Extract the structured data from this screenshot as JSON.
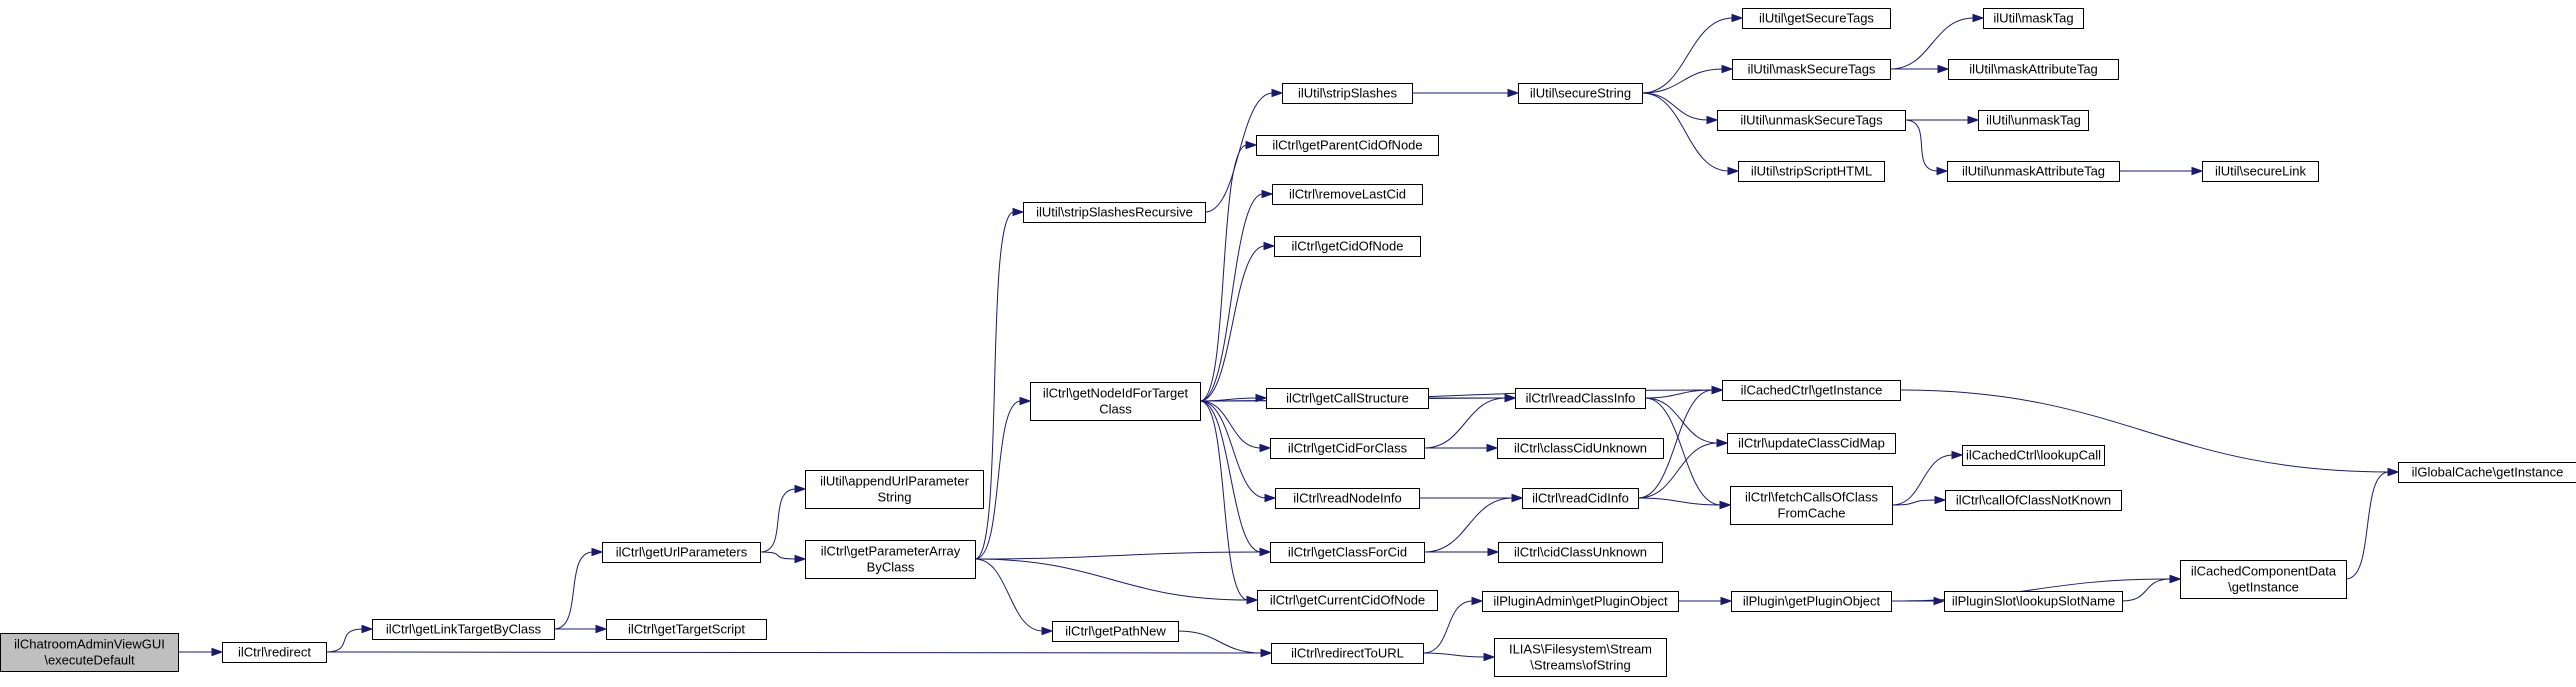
{
  "diagram": {
    "colors": {
      "edge": "#191970",
      "node_border": "#000000",
      "root_fill": "#bfbfbf",
      "node_fill": "#ffffff"
    },
    "nodes": [
      {
        "id": "root",
        "lines": [
          "ilChatroomAdminViewGUI",
          "\\executeDefault"
        ],
        "root": true
      },
      {
        "id": "redirect",
        "lines": [
          "ilCtrl\\redirect"
        ]
      },
      {
        "id": "getLinkTargetByClass",
        "lines": [
          "ilCtrl\\getLinkTargetByClass"
        ]
      },
      {
        "id": "getTargetScript",
        "lines": [
          "ilCtrl\\getTargetScript"
        ]
      },
      {
        "id": "getUrlParameters",
        "lines": [
          "ilCtrl\\getUrlParameters"
        ]
      },
      {
        "id": "appendUrlParameterString",
        "lines": [
          "ilUtil\\appendUrlParameter",
          "String"
        ]
      },
      {
        "id": "getParameterArrayByClass",
        "lines": [
          "ilCtrl\\getParameterArray",
          "ByClass"
        ]
      },
      {
        "id": "stripSlashesRecursive",
        "lines": [
          "ilUtil\\stripSlashesRecursive"
        ]
      },
      {
        "id": "getNodeIdForTargetClass",
        "lines": [
          "ilCtrl\\getNodeIdForTarget",
          "Class"
        ]
      },
      {
        "id": "getPathNew",
        "lines": [
          "ilCtrl\\getPathNew"
        ]
      },
      {
        "id": "stripSlashes",
        "lines": [
          "ilUtil\\stripSlashes"
        ]
      },
      {
        "id": "getParentCidOfNode",
        "lines": [
          "ilCtrl\\getParentCidOfNode"
        ]
      },
      {
        "id": "removeLastCid",
        "lines": [
          "ilCtrl\\removeLastCid"
        ]
      },
      {
        "id": "getCidOfNode",
        "lines": [
          "ilCtrl\\getCidOfNode"
        ]
      },
      {
        "id": "getCallStructure",
        "lines": [
          "ilCtrl\\getCallStructure"
        ]
      },
      {
        "id": "getCidForClass",
        "lines": [
          "ilCtrl\\getCidForClass"
        ]
      },
      {
        "id": "readNodeInfo",
        "lines": [
          "ilCtrl\\readNodeInfo"
        ]
      },
      {
        "id": "getClassForCid",
        "lines": [
          "ilCtrl\\getClassForCid"
        ]
      },
      {
        "id": "getCurrentCidOfNode",
        "lines": [
          "ilCtrl\\getCurrentCidOfNode"
        ]
      },
      {
        "id": "redirectToURL",
        "lines": [
          "ilCtrl\\redirectToURL"
        ]
      },
      {
        "id": "secureString",
        "lines": [
          "ilUtil\\secureString"
        ]
      },
      {
        "id": "readClassInfo",
        "lines": [
          "ilCtrl\\readClassInfo"
        ]
      },
      {
        "id": "classCidUnknown",
        "lines": [
          "ilCtrl\\classCidUnknown"
        ]
      },
      {
        "id": "readCidInfo",
        "lines": [
          "ilCtrl\\readCidInfo"
        ]
      },
      {
        "id": "cidClassUnknown",
        "lines": [
          "ilCtrl\\cidClassUnknown"
        ]
      },
      {
        "id": "getPluginObjectAdmin",
        "lines": [
          "ilPluginAdmin\\getPluginObject"
        ]
      },
      {
        "id": "ofString",
        "lines": [
          "ILIAS\\Filesystem\\Stream",
          "\\Streams\\ofString"
        ]
      },
      {
        "id": "getSecureTags",
        "lines": [
          "ilUtil\\getSecureTags"
        ]
      },
      {
        "id": "maskSecureTags",
        "lines": [
          "ilUtil\\maskSecureTags"
        ]
      },
      {
        "id": "unmaskSecureTags",
        "lines": [
          "ilUtil\\unmaskSecureTags"
        ]
      },
      {
        "id": "stripScriptHTML",
        "lines": [
          "ilUtil\\stripScriptHTML"
        ]
      },
      {
        "id": "cachedCtrlGetInstance",
        "lines": [
          "ilCachedCtrl\\getInstance"
        ]
      },
      {
        "id": "updateClassCidMap",
        "lines": [
          "ilCtrl\\updateClassCidMap"
        ]
      },
      {
        "id": "fetchCallsOfClassFromCache",
        "lines": [
          "ilCtrl\\fetchCallsOfClass",
          "FromCache"
        ]
      },
      {
        "id": "getPluginObject",
        "lines": [
          "ilPlugin\\getPluginObject"
        ]
      },
      {
        "id": "maskTag",
        "lines": [
          "ilUtil\\maskTag"
        ]
      },
      {
        "id": "maskAttributeTag",
        "lines": [
          "ilUtil\\maskAttributeTag"
        ]
      },
      {
        "id": "unmaskTag",
        "lines": [
          "ilUtil\\unmaskTag"
        ]
      },
      {
        "id": "unmaskAttributeTag",
        "lines": [
          "ilUtil\\unmaskAttributeTag"
        ]
      },
      {
        "id": "lookupCall",
        "lines": [
          "ilCachedCtrl\\lookupCall"
        ]
      },
      {
        "id": "callOfClassNotKnown",
        "lines": [
          "ilCtrl\\callOfClassNotKnown"
        ]
      },
      {
        "id": "lookupSlotName",
        "lines": [
          "ilPluginSlot\\lookupSlotName"
        ]
      },
      {
        "id": "cachedComponentDataGetInstance",
        "lines": [
          "ilCachedComponentData",
          "\\getInstance"
        ]
      },
      {
        "id": "secureLink",
        "lines": [
          "ilUtil\\secureLink"
        ]
      },
      {
        "id": "globalCacheGetInstance",
        "lines": [
          "ilGlobalCache\\getInstance"
        ]
      }
    ],
    "edges": [
      [
        "root",
        "redirect"
      ],
      [
        "redirect",
        "getLinkTargetByClass"
      ],
      [
        "redirect",
        "redirectToURL"
      ],
      [
        "getLinkTargetByClass",
        "getTargetScript"
      ],
      [
        "getLinkTargetByClass",
        "getUrlParameters"
      ],
      [
        "getUrlParameters",
        "appendUrlParameterString"
      ],
      [
        "getUrlParameters",
        "getParameterArrayByClass"
      ],
      [
        "getParameterArrayByClass",
        "stripSlashesRecursive"
      ],
      [
        "getParameterArrayByClass",
        "getNodeIdForTargetClass"
      ],
      [
        "getParameterArrayByClass",
        "getClassForCid"
      ],
      [
        "getParameterArrayByClass",
        "getCurrentCidOfNode"
      ],
      [
        "getParameterArrayByClass",
        "getPathNew"
      ],
      [
        "stripSlashesRecursive",
        "stripSlashes"
      ],
      [
        "stripSlashes",
        "secureString"
      ],
      [
        "secureString",
        "getSecureTags"
      ],
      [
        "secureString",
        "maskSecureTags"
      ],
      [
        "secureString",
        "unmaskSecureTags"
      ],
      [
        "secureString",
        "stripScriptHTML"
      ],
      [
        "maskSecureTags",
        "maskTag"
      ],
      [
        "maskSecureTags",
        "maskAttributeTag"
      ],
      [
        "unmaskSecureTags",
        "unmaskTag"
      ],
      [
        "unmaskSecureTags",
        "unmaskAttributeTag"
      ],
      [
        "unmaskAttributeTag",
        "secureLink"
      ],
      [
        "getNodeIdForTargetClass",
        "getParentCidOfNode"
      ],
      [
        "getNodeIdForTargetClass",
        "removeLastCid"
      ],
      [
        "getNodeIdForTargetClass",
        "getCidOfNode"
      ],
      [
        "getNodeIdForTargetClass",
        "cachedCtrlGetInstance"
      ],
      [
        "getNodeIdForTargetClass",
        "readClassInfo"
      ],
      [
        "getNodeIdForTargetClass",
        "getCallStructure"
      ],
      [
        "getNodeIdForTargetClass",
        "getCidForClass"
      ],
      [
        "getNodeIdForTargetClass",
        "readNodeInfo"
      ],
      [
        "getNodeIdForTargetClass",
        "getClassForCid"
      ],
      [
        "getNodeIdForTargetClass",
        "getCurrentCidOfNode"
      ],
      [
        "getCallStructure",
        "readClassInfo"
      ],
      [
        "getCidForClass",
        "readClassInfo"
      ],
      [
        "getCidForClass",
        "classCidUnknown"
      ],
      [
        "readNodeInfo",
        "readCidInfo"
      ],
      [
        "getClassForCid",
        "readCidInfo"
      ],
      [
        "getClassForCid",
        "cidClassUnknown"
      ],
      [
        "readClassInfo",
        "cachedCtrlGetInstance"
      ],
      [
        "readClassInfo",
        "updateClassCidMap"
      ],
      [
        "readClassInfo",
        "fetchCallsOfClassFromCache"
      ],
      [
        "readCidInfo",
        "cachedCtrlGetInstance"
      ],
      [
        "readCidInfo",
        "updateClassCidMap"
      ],
      [
        "readCidInfo",
        "fetchCallsOfClassFromCache"
      ],
      [
        "fetchCallsOfClassFromCache",
        "lookupCall"
      ],
      [
        "fetchCallsOfClassFromCache",
        "callOfClassNotKnown"
      ],
      [
        "cachedCtrlGetInstance",
        "globalCacheGetInstance"
      ],
      [
        "getPathNew",
        "redirectToURL"
      ],
      [
        "redirectToURL",
        "getPluginObjectAdmin"
      ],
      [
        "redirectToURL",
        "ofString"
      ],
      [
        "getPluginObjectAdmin",
        "getPluginObject"
      ],
      [
        "getPluginObject",
        "cachedComponentDataGetInstance"
      ],
      [
        "getPluginObject",
        "lookupSlotName"
      ],
      [
        "lookupSlotName",
        "cachedComponentDataGetInstance"
      ],
      [
        "cachedComponentDataGetInstance",
        "globalCacheGetInstance"
      ]
    ]
  }
}
